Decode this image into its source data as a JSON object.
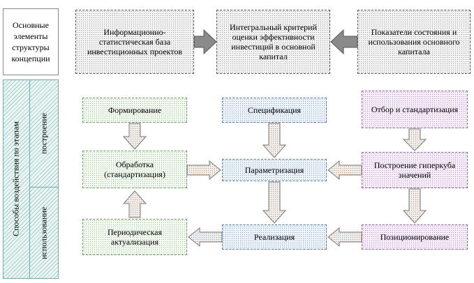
{
  "sidebar": {
    "top_label": "Основные элементы структуры концепции",
    "methods_label": "Способы воздействия по этапам",
    "stage_build": "построение",
    "stage_use": "использование"
  },
  "top_row": {
    "left": "Информационно-статистическая база инвестиционных проектов",
    "center": "Интегральный критерий оценки эффективности инвестиций в основной капитал",
    "right": "Показатели состояния и использования основного капитала"
  },
  "process": {
    "formation": "Формирование",
    "specification": "Спецификация",
    "selection": "Отбор и стандартизация",
    "processing": "Обработка (стандартизация)",
    "parametrization": "Параметризация",
    "hypercube": "Построение гиперкуба значений",
    "periodic": "Периодическая актуализация",
    "realization": "Реализация",
    "positioning": "Позиционирование"
  },
  "colors": {
    "green_box": "#8fc08a",
    "blue_box": "#86a6cc",
    "purple_box": "#b68ccf",
    "gray_box": "#9a9a9a",
    "arrow_fill": "#e6e6e6",
    "arrow_dots": "#c99a6a"
  },
  "icons": {
    "block_arrow": "block-arrow-icon"
  }
}
